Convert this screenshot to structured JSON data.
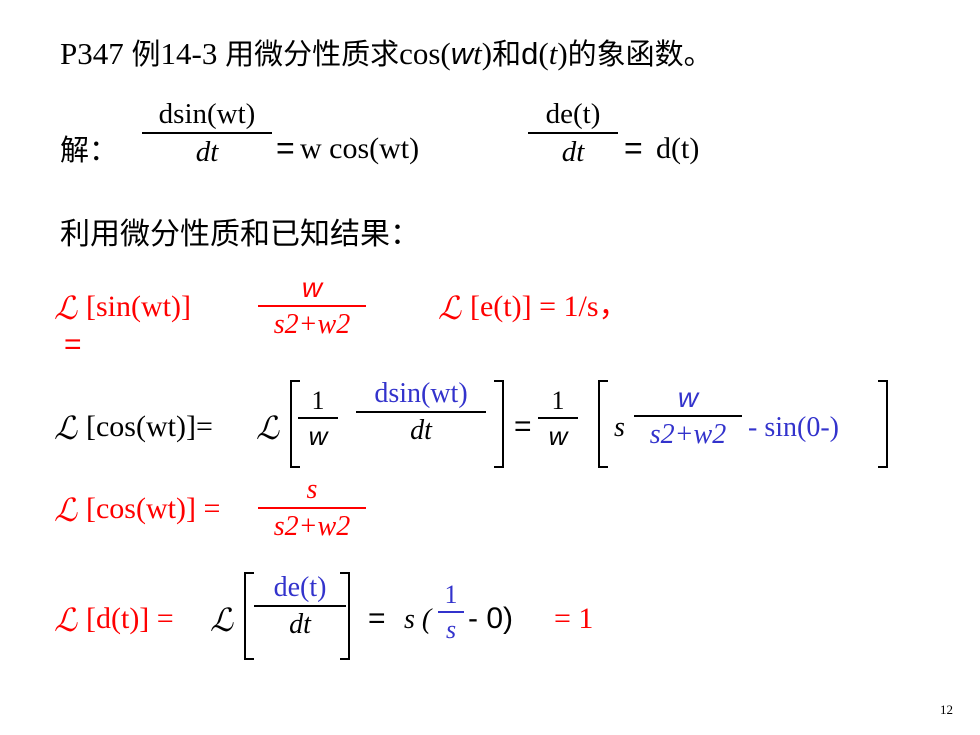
{
  "title": {
    "p347": "P347",
    "zh_example": "例",
    "ex_num": "14-3",
    "zh_use": "用微分性质求",
    "cos": "cos(",
    "w": "w",
    "t": "t",
    "close": ")",
    "zh_and": "和",
    "d": "d",
    "paren_t": "(",
    "close2": ")",
    "zh_tail": "的象函数。"
  },
  "line1": {
    "label": "解：",
    "f1_num": "dsin(wt)",
    "f1_den": "dt",
    "eq1": "=",
    "rhs1": "w cos(wt)",
    "f2_num": "de(t)",
    "f2_den": "dt",
    "eq2": "=",
    "rhs2": "d(t)"
  },
  "line2": {
    "text": "利用微分性质和已知结果："
  },
  "line3": {
    "L": "ℒ",
    "lhs": "[sin(wt)]",
    "eq": "=",
    "f_num": "w",
    "f_den": "s2+w2",
    "L2": "ℒ",
    "rhs": "[e(t)] = 1/s，"
  },
  "line4": {
    "L": "ℒ",
    "lhs": "[cos(wt)]=",
    "L2": "ℒ",
    "f1_num": "1",
    "f1_den": "w",
    "f2_num": "dsin(wt)",
    "f2_den": "dt",
    "eq": "=",
    "f3_num": "1",
    "f3_den": "w",
    "s": "s",
    "f4_num": "w",
    "f4_den": "s2+w2",
    "tail": "- sin(0-)"
  },
  "line5": {
    "L": "ℒ",
    "lhs": "[cos(wt)] =",
    "f_num": "s",
    "f_den": "s2+w2"
  },
  "line6": {
    "L": "ℒ",
    "lhs": "[d(t)] =",
    "L2": "ℒ",
    "f_num": "de(t)",
    "f_den": "dt",
    "eq": "=",
    "s": "s (",
    "f2_num": "1",
    "f2_den": "s",
    "tail": "- 0)",
    "result": "= 1"
  },
  "page_number": "12"
}
